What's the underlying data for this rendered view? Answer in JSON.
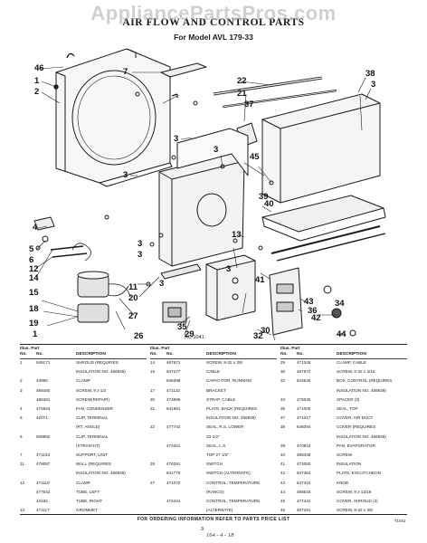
{
  "watermark": "AppliancePartsPros.com",
  "title": "AIR FLOW AND CONTROL PARTS",
  "model": "For Model AVL 179-33",
  "drawing_code": "AC-1041",
  "callouts": [
    "46",
    "1",
    "2",
    "7",
    "22",
    "21",
    "37",
    "38",
    "3",
    "3",
    "3",
    "3",
    "45",
    "4",
    "5",
    "6",
    "3",
    "12",
    "14",
    "13",
    "3",
    "3",
    "39",
    "11",
    "20",
    "40",
    "15",
    "43",
    "41",
    "36",
    "18",
    "42",
    "19",
    "1",
    "27",
    "35",
    "29",
    "44",
    "26",
    "34",
    "30",
    "3",
    "32"
  ],
  "headers": {
    "illus": "Illus. Part",
    "no": "No.",
    "part_no": "No.",
    "description": "DESCRIPTION"
  },
  "parts": {
    "col1": [
      [
        "1",
        "549171",
        "SHROUD (REQUIRES"
      ],
      [
        "",
        "",
        "INSULATION NO. 469938)"
      ],
      [
        "2",
        "43990",
        "CLAMP"
      ],
      [
        "3",
        "488480",
        "SCREW, 8 x 1/2"
      ],
      [
        "",
        "488481",
        "SCREW(REPAIR)"
      ],
      [
        "4",
        "476824",
        "FAN, CONDENSER"
      ],
      [
        "5",
        "42071",
        "CLIP, TERMINAL"
      ],
      [
        "",
        "",
        "(RT. ANGLE)"
      ],
      [
        "6",
        "509882",
        "CLIP, TERMINAL"
      ],
      [
        "",
        "",
        "(STRAIGHT)"
      ],
      [
        "7",
        "471134",
        "SUPPORT, UNIT"
      ],
      [
        "11",
        "478057",
        "WALL (REQUIRES"
      ],
      [
        "",
        "",
        "INSULATION NO. 469938)"
      ],
      [
        "12",
        "471119",
        "CLAMP"
      ],
      [
        "",
        "477542",
        "TUBE, LEFT"
      ],
      [
        "",
        "43182",
        "TUBE, RIGHT"
      ],
      [
        "13",
        "471117",
        "GROMMET"
      ]
    ],
    "col2": [
      [
        "14",
        "487671",
        "SCREW, 8-32 x 3/8"
      ],
      [
        "15",
        "647277",
        "CABLE"
      ],
      [
        "",
        "646399",
        "CAPACITOR, RUNNING"
      ],
      [
        "17",
        "471132",
        "BRACKET"
      ],
      [
        "20",
        "474999",
        "STRAP, CABLE"
      ],
      [
        "21",
        "641991",
        "PLATE, BACK (REQUIRES"
      ],
      [
        "",
        "",
        "INSULATION NO. 469938)"
      ],
      [
        "22",
        "477742",
        "SEAL, R.S. LOWER"
      ],
      [
        "",
        "",
        "23-1/2\""
      ],
      [
        "",
        "472341",
        "SEAL, L.S."
      ],
      [
        "",
        "",
        "TOP 27 1/2\""
      ],
      [
        "26",
        "476291",
        "SWITCH"
      ],
      [
        "",
        "641779",
        "SWITCH (ALTERNATE)"
      ],
      [
        "27",
        "471072",
        "CONTROL, TEMPERATURE"
      ],
      [
        "",
        "",
        "(RANCO)"
      ],
      [
        "",
        "472444",
        "CONTROL, TEMPERATURE"
      ],
      [
        "",
        "",
        "(ALTERNATE)"
      ]
    ],
    "col3": [
      [
        "29",
        "471348",
        "CLAMP, CABLE"
      ],
      [
        "30",
        "487872",
        "SCREW, 6-32 x 3/16"
      ],
      [
        "32",
        "643530",
        "BOX, CONTROL (REQUIRES"
      ],
      [
        "",
        "",
        "INSULATION NO. 469938)"
      ],
      [
        "34",
        "476036",
        "SPACER (3)"
      ],
      [
        "35",
        "471000",
        "SEAL, TOP"
      ],
      [
        "37",
        "471017",
        "COVER, AIR DUCT"
      ],
      [
        "38",
        "646094",
        "COVER (REQUIRES"
      ],
      [
        "",
        "",
        "INSULATION NO. 469938)"
      ],
      [
        "39",
        "470910",
        "PAN, EVAPORATOR"
      ],
      [
        "40",
        "488438",
        "SCREW"
      ],
      [
        "41",
        "472050",
        "INSULATION"
      ],
      [
        "42",
        "647364",
        "PLATE, ESCUTCHEON"
      ],
      [
        "43",
        "647310",
        "KNOB"
      ],
      [
        "44",
        "488516",
        "SCREW, 8 x 13/16"
      ],
      [
        "45",
        "477442",
        "COVER, SHROUD (2)"
      ],
      [
        "46",
        "487291",
        "SCREW, 8-32 x 3/8"
      ]
    ]
  },
  "footer": "FOR ORDERING INFORMATION REFER TO PARTS PRICE LIST",
  "page_number": "3",
  "page_code": "71041",
  "handwritten_note": "164 - 4 - 18"
}
